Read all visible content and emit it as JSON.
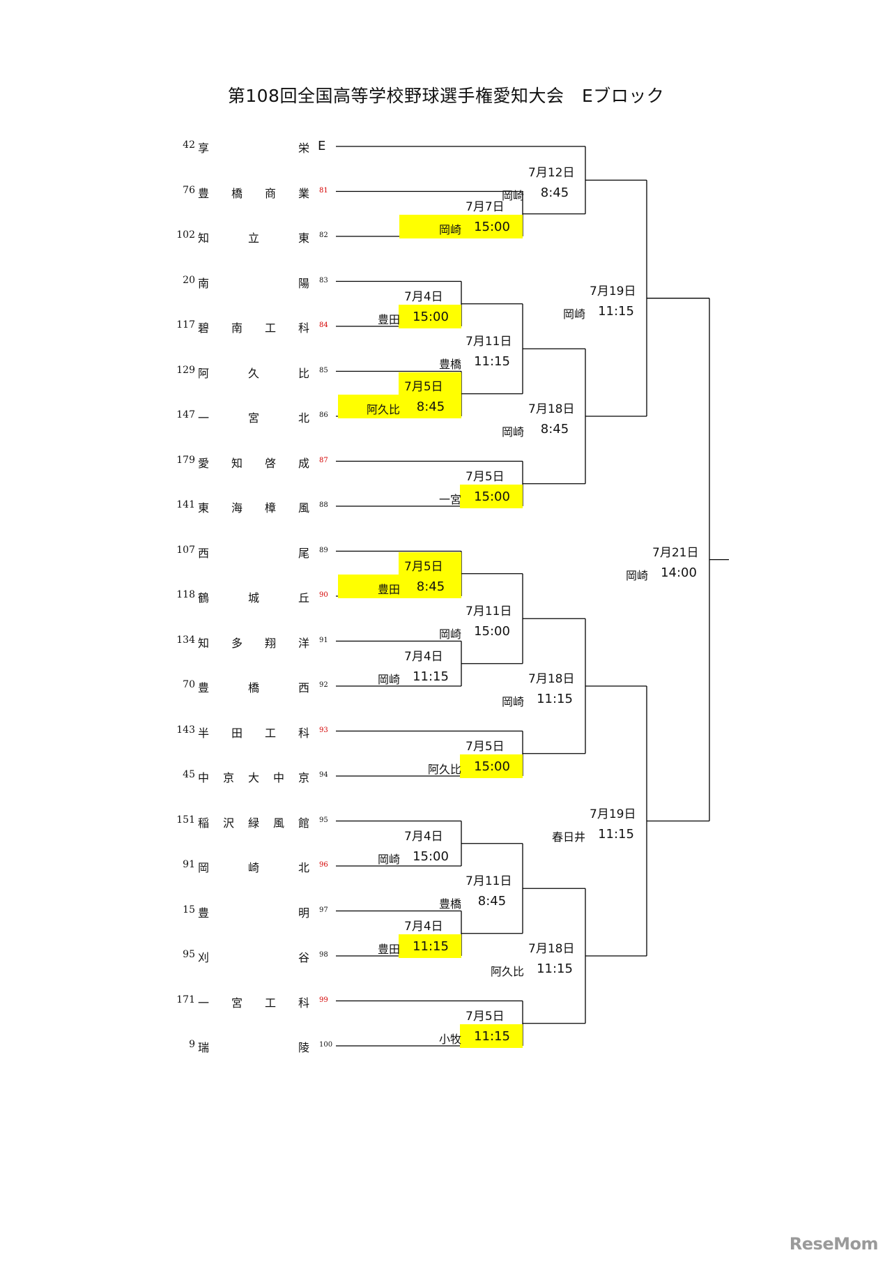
{
  "title": "第108回全国高等学校野球選手権愛知大会　Eブロック",
  "teams": [
    {
      "seed": "42",
      "chars": [
        "享",
        "栄"
      ],
      "mark": "E"
    },
    {
      "seed": "76",
      "chars": [
        "豊",
        "橋",
        "商",
        "業"
      ],
      "game": "81",
      "red": true
    },
    {
      "seed": "102",
      "chars": [
        "知",
        "立",
        "東"
      ],
      "game": "82"
    },
    {
      "seed": "20",
      "chars": [
        "南",
        "陽"
      ],
      "game": "83"
    },
    {
      "seed": "117",
      "chars": [
        "碧",
        "南",
        "工",
        "科"
      ],
      "game": "84",
      "red": true
    },
    {
      "seed": "129",
      "chars": [
        "阿",
        "久",
        "比"
      ],
      "game": "85"
    },
    {
      "seed": "147",
      "chars": [
        "一",
        "宮",
        "北"
      ],
      "game": "86"
    },
    {
      "seed": "179",
      "chars": [
        "愛",
        "知",
        "啓",
        "成"
      ],
      "game": "87",
      "red": true
    },
    {
      "seed": "141",
      "chars": [
        "東",
        "海",
        "樟",
        "風"
      ],
      "game": "88"
    },
    {
      "seed": "107",
      "chars": [
        "西",
        "尾"
      ],
      "game": "89"
    },
    {
      "seed": "118",
      "chars": [
        "鶴",
        "城",
        "丘"
      ],
      "game": "90",
      "red": true
    },
    {
      "seed": "134",
      "chars": [
        "知",
        "多",
        "翔",
        "洋"
      ],
      "game": "91"
    },
    {
      "seed": "70",
      "chars": [
        "豊",
        "橋",
        "西"
      ],
      "game": "92"
    },
    {
      "seed": "143",
      "chars": [
        "半",
        "田",
        "工",
        "科"
      ],
      "game": "93",
      "red": true
    },
    {
      "seed": "45",
      "chars": [
        "中",
        "京",
        "大",
        "中",
        "京"
      ],
      "game": "94"
    },
    {
      "seed": "151",
      "chars": [
        "稲",
        "沢",
        "緑",
        "風",
        "館"
      ],
      "game": "95"
    },
    {
      "seed": "91",
      "chars": [
        "岡",
        "崎",
        "北"
      ],
      "game": "96",
      "red": true
    },
    {
      "seed": "15",
      "chars": [
        "豊",
        "明"
      ],
      "game": "97"
    },
    {
      "seed": "95",
      "chars": [
        "刈",
        "谷"
      ],
      "game": "98"
    },
    {
      "seed": "171",
      "chars": [
        "一",
        "宮",
        "工",
        "科"
      ],
      "game": "99",
      "red": true
    },
    {
      "seed": "9",
      "chars": [
        "瑞",
        "陵"
      ],
      "game": "100"
    }
  ],
  "games": [
    {
      "date": "7月7日",
      "venue": "岡崎",
      "time": "15:00"
    },
    {
      "date": "7月4日",
      "venue": "豊田",
      "time": "15:00"
    },
    {
      "date": "7月5日",
      "venue": "阿久比",
      "time": "8:45"
    },
    {
      "date": "7月5日",
      "venue": "一宮",
      "time": "15:00"
    },
    {
      "date": "7月5日",
      "venue": "豊田",
      "time": "8:45"
    },
    {
      "date": "7月4日",
      "venue": "岡崎",
      "time": "11:15"
    },
    {
      "date": "7月5日",
      "venue": "阿久比",
      "time": "15:00"
    },
    {
      "date": "7月4日",
      "venue": "岡崎",
      "time": "15:00"
    },
    {
      "date": "7月4日",
      "venue": "豊田",
      "time": "11:15"
    },
    {
      "date": "7月5日",
      "venue": "小牧",
      "time": "11:15"
    },
    {
      "date": "7月12日",
      "venue": "岡崎",
      "time": "8:45"
    },
    {
      "date": "7月11日",
      "venue": "豊橋",
      "time": "11:15"
    },
    {
      "date": "7月11日",
      "venue": "岡崎",
      "time": "15:00"
    },
    {
      "date": "7月11日",
      "venue": "豊橋",
      "time": "8:45"
    },
    {
      "date": "7月18日",
      "venue": "岡崎",
      "time": "8:45"
    },
    {
      "date": "7月18日",
      "venue": "岡崎",
      "time": "11:15"
    },
    {
      "date": "7月18日",
      "venue": "阿久比",
      "time": "11:15"
    },
    {
      "date": "7月19日",
      "venue": "岡崎",
      "time": "11:15"
    },
    {
      "date": "7月19日",
      "venue": "春日井",
      "time": "11:15"
    },
    {
      "date": "7月21日",
      "venue": "岡崎",
      "time": "14:00"
    }
  ],
  "watermark": "ReseMom"
}
